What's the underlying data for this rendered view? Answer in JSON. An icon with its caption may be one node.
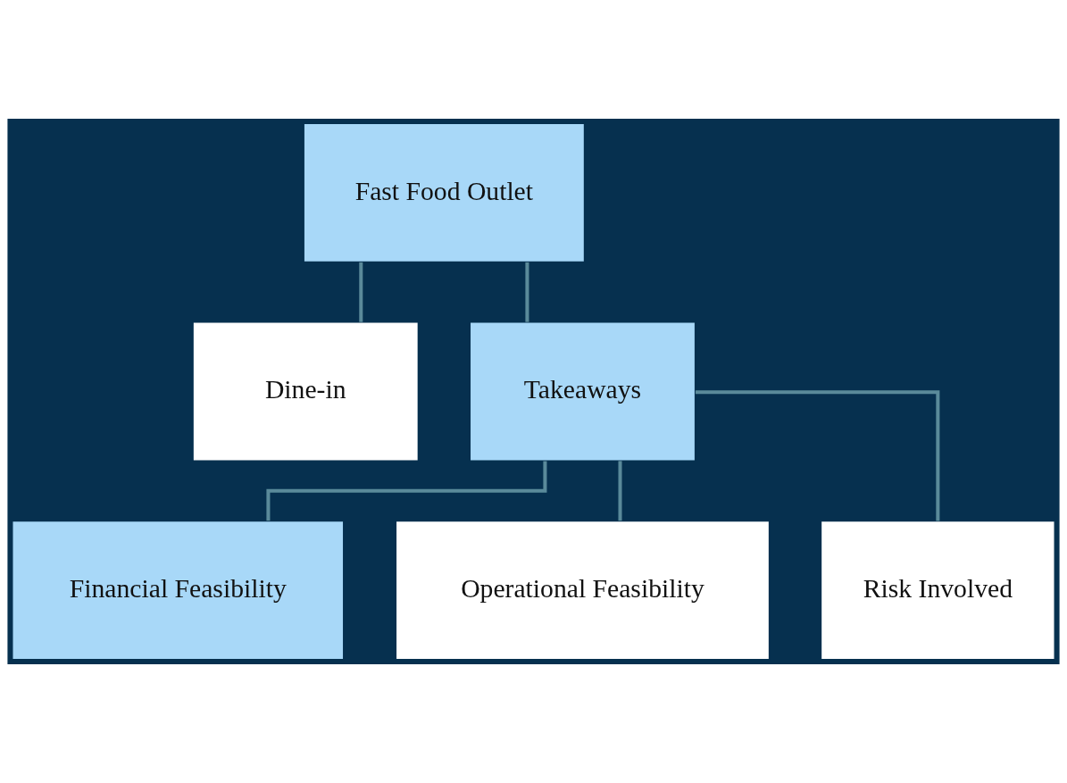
{
  "diagram": {
    "nodes": [
      {
        "text": [
          "Fast Food Outlet"
        ]
      },
      {
        "text": [
          "Dine-in"
        ]
      },
      {
        "text": [
          "Takeaways"
        ]
      },
      {
        "text": [
          "Financial Feasibility"
        ]
      },
      {
        "text": [
          "Operational Feasibility"
        ]
      },
      {
        "text": [
          "Risk Involved"
        ]
      }
    ],
    "edges": [
      {
        "from": 0,
        "to": 1,
        "arrow": "none"
      },
      {
        "from": 0,
        "to": 2,
        "arrow": "none"
      },
      {
        "from": 2,
        "to": 3,
        "arrow": "none"
      },
      {
        "from": 2,
        "to": 4,
        "arrow": "none"
      },
      {
        "from": 2,
        "to": 5,
        "arrow": "none"
      }
    ]
  }
}
